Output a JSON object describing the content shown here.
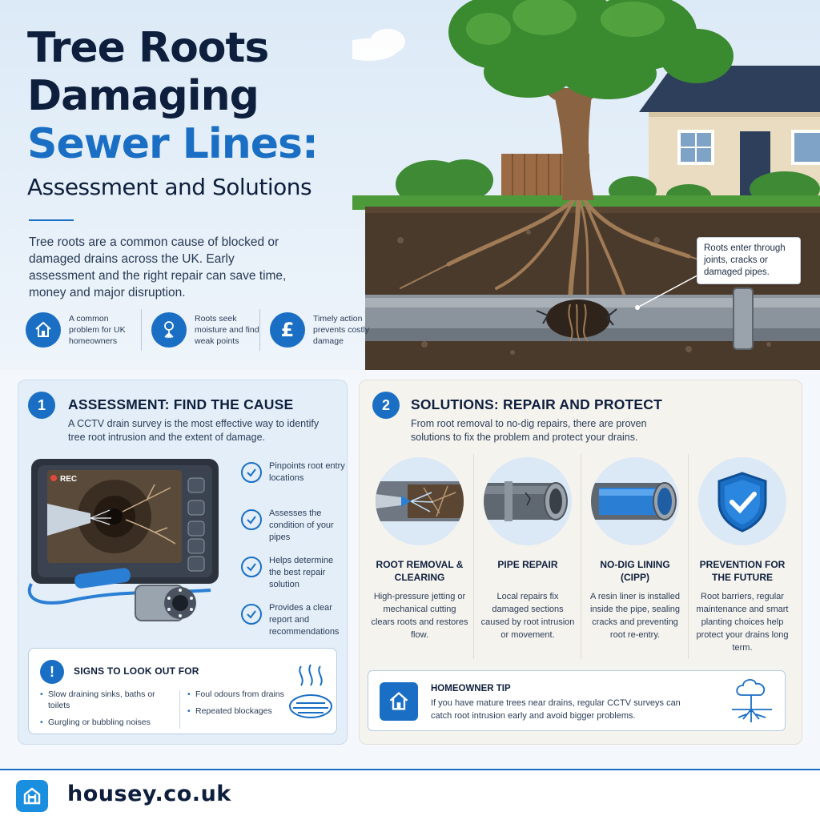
{
  "hero": {
    "title_line1": "Tree Roots",
    "title_line2": "Damaging",
    "title_line3": "Sewer Lines:",
    "subtitle": "Assessment and Solutions",
    "intro": "Tree roots are a common cause of blocked or damaged drains across the UK. Early assessment and the right repair can save time, money and major disruption.",
    "facts": [
      {
        "icon": "house-icon",
        "text": "A common problem for UK homeowners"
      },
      {
        "icon": "roots-icon",
        "text": "Roots seek moisture and find weak points"
      },
      {
        "icon": "pound-icon",
        "text": "Timely action prevents costly damage"
      }
    ],
    "callout": "Roots enter through joints, cracks or damaged pipes."
  },
  "assessment": {
    "number": "1",
    "title": "ASSESSMENT: FIND THE CAUSE",
    "description": "A CCTV drain survey is the most effective way to identify tree root intrusion and the extent of damage.",
    "rec_label": "REC",
    "checks": [
      "Pinpoints root entry locations",
      "Assesses the condition of your pipes",
      "Helps determine the best repair solution",
      "Provides a clear report and recommendations"
    ],
    "signs": {
      "title": "SIGNS TO LOOK OUT FOR",
      "left": [
        "Slow draining sinks, baths or toilets",
        "Gurgling or bubbling noises"
      ],
      "right": [
        "Foul odours from drains",
        "Repeated blockages"
      ]
    }
  },
  "solutions": {
    "number": "2",
    "title": "SOLUTIONS: REPAIR AND PROTECT",
    "description": "From root removal to no-dig repairs, there are proven solutions to fix the problem and protect your drains.",
    "items": [
      {
        "title": "ROOT REMOVAL & CLEARING",
        "text": "High-pressure jetting or mechanical cutting clears roots and restores flow."
      },
      {
        "title": "PIPE REPAIR",
        "text": "Local repairs fix damaged sections caused by root intrusion or movement."
      },
      {
        "title": "NO-DIG LINING (CIPP)",
        "text": "A resin liner is installed inside the pipe, sealing cracks and preventing root re-entry."
      },
      {
        "title": "PREVENTION FOR THE FUTURE",
        "text": "Root barriers, regular maintenance and smart planting choices help protect your drains long term."
      }
    ],
    "tip": {
      "title": "HOMEOWNER TIP",
      "text": "If you have mature trees near drains, regular CCTV surveys can catch root intrusion early and avoid bigger problems."
    }
  },
  "footer": {
    "brand": "housey.co.uk"
  },
  "colors": {
    "accent": "#1a6fc4",
    "dark": "#0e1f3d"
  }
}
